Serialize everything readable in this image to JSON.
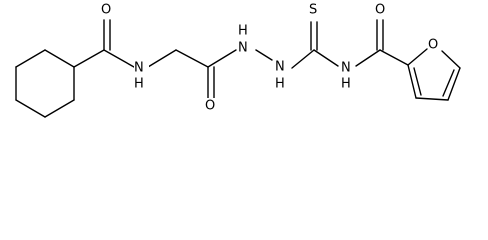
{
  "atoms": {
    "amide1_O": "O",
    "amide1_N": "N",
    "amide1_H": "H",
    "amide2_O": "O",
    "hydrazine_N1": "N",
    "hydrazine_H1": "H",
    "hydrazine_N2": "N",
    "hydrazine_H2": "H",
    "thio_S": "S",
    "thioamide_N": "N",
    "thioamide_H": "H",
    "furoyl_O": "O",
    "furan_O": "O"
  }
}
